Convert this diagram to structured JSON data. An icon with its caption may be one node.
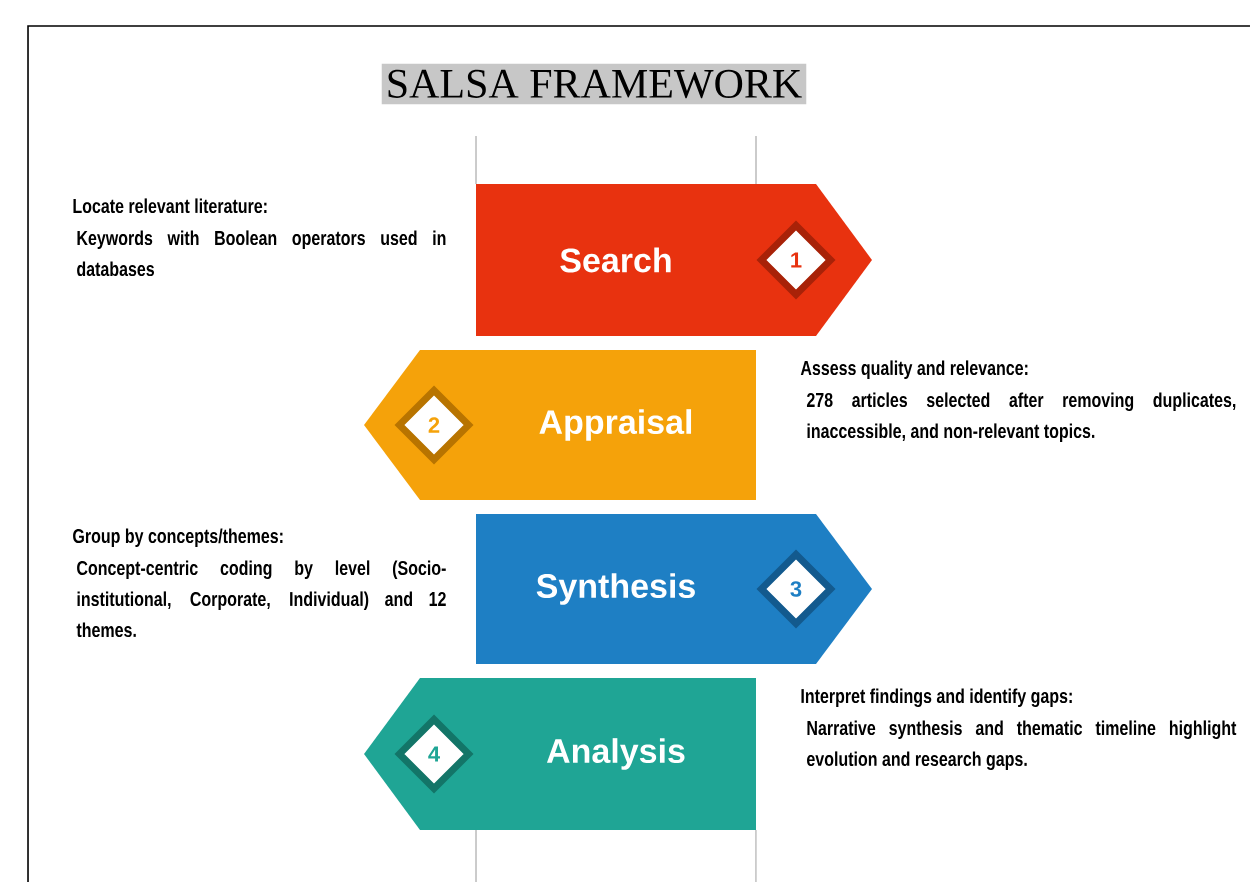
{
  "diagram": {
    "title": "SALSA FRAMEWORK",
    "nodes": [
      {
        "text": [
          "Search"
        ],
        "beside": [
          "Locate relevant literature:",
          "Keywords with Boolean operators used in databases"
        ]
      },
      {
        "text": [
          "1"
        ],
        "in": 0
      },
      {
        "text": [
          "Appraisal"
        ],
        "beside": [
          "Assess quality and relevance:",
          "278 articles selected after removing duplicates, inaccessible, and non-relevant topics."
        ]
      },
      {
        "text": [
          "2"
        ],
        "in": 2
      },
      {
        "text": [
          "Synthesis"
        ],
        "beside": [
          "Group by concepts/themes:",
          "Concept-centric coding by level (Socio-institutional, Corporate, Individual) and 12 themes."
        ]
      },
      {
        "text": [
          "3"
        ],
        "in": 4
      },
      {
        "text": [
          "Analysis"
        ],
        "beside": [
          "Interpret findings and identify gaps:",
          "Narrative synthesis and thematic timeline highlight evolution and research gaps."
        ]
      },
      {
        "text": [
          "4"
        ],
        "in": 6
      }
    ]
  }
}
